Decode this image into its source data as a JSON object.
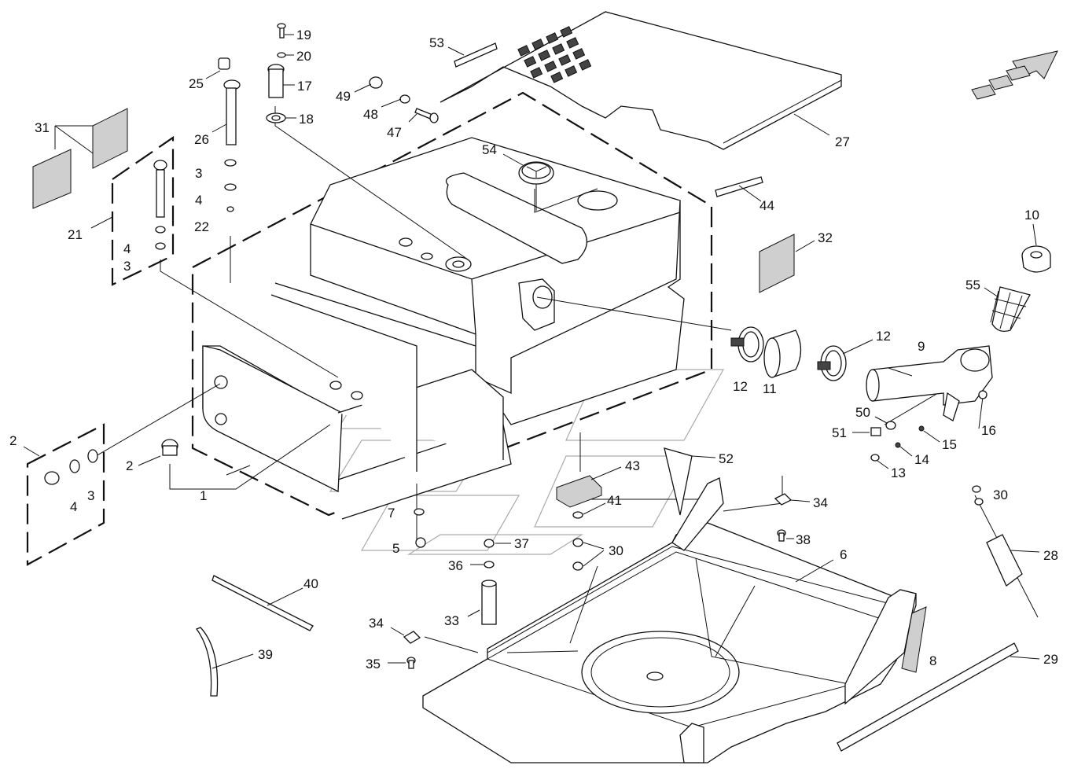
{
  "callouts": [
    {
      "id": "c1",
      "text": "1"
    },
    {
      "id": "c2a",
      "text": "2"
    },
    {
      "id": "c2b",
      "text": "2"
    },
    {
      "id": "c3a",
      "text": "3"
    },
    {
      "id": "c3b",
      "text": "3"
    },
    {
      "id": "c3c",
      "text": "3"
    },
    {
      "id": "c4a",
      "text": "4"
    },
    {
      "id": "c4b",
      "text": "4"
    },
    {
      "id": "c4c",
      "text": "4"
    },
    {
      "id": "c5",
      "text": "5"
    },
    {
      "id": "c6",
      "text": "6"
    },
    {
      "id": "c7",
      "text": "7"
    },
    {
      "id": "c8",
      "text": "8"
    },
    {
      "id": "c9",
      "text": "9"
    },
    {
      "id": "c10",
      "text": "10"
    },
    {
      "id": "c11",
      "text": "11"
    },
    {
      "id": "c12a",
      "text": "12"
    },
    {
      "id": "c12b",
      "text": "12"
    },
    {
      "id": "c13",
      "text": "13"
    },
    {
      "id": "c14",
      "text": "14"
    },
    {
      "id": "c15",
      "text": "15"
    },
    {
      "id": "c16",
      "text": "16"
    },
    {
      "id": "c17",
      "text": "17"
    },
    {
      "id": "c18",
      "text": "18"
    },
    {
      "id": "c19",
      "text": "19"
    },
    {
      "id": "c20",
      "text": "20"
    },
    {
      "id": "c21",
      "text": "21"
    },
    {
      "id": "c22",
      "text": "22"
    },
    {
      "id": "c25",
      "text": "25"
    },
    {
      "id": "c26",
      "text": "26"
    },
    {
      "id": "c27",
      "text": "27"
    },
    {
      "id": "c28",
      "text": "28"
    },
    {
      "id": "c29",
      "text": "29"
    },
    {
      "id": "c30a",
      "text": "30"
    },
    {
      "id": "c30b",
      "text": "30"
    },
    {
      "id": "c31",
      "text": "31"
    },
    {
      "id": "c32",
      "text": "32"
    },
    {
      "id": "c33",
      "text": "33"
    },
    {
      "id": "c34a",
      "text": "34"
    },
    {
      "id": "c34b",
      "text": "34"
    },
    {
      "id": "c35",
      "text": "35"
    },
    {
      "id": "c36",
      "text": "36"
    },
    {
      "id": "c37",
      "text": "37"
    },
    {
      "id": "c38",
      "text": "38"
    },
    {
      "id": "c39",
      "text": "39"
    },
    {
      "id": "c40",
      "text": "40"
    },
    {
      "id": "c41",
      "text": "41"
    },
    {
      "id": "c43",
      "text": "43"
    },
    {
      "id": "c44",
      "text": "44"
    },
    {
      "id": "c47",
      "text": "47"
    },
    {
      "id": "c48",
      "text": "48"
    },
    {
      "id": "c49",
      "text": "49"
    },
    {
      "id": "c50",
      "text": "50"
    },
    {
      "id": "c51",
      "text": "51"
    },
    {
      "id": "c52",
      "text": "52"
    },
    {
      "id": "c53",
      "text": "53"
    },
    {
      "id": "c54",
      "text": "54"
    },
    {
      "id": "c55",
      "text": "55"
    }
  ],
  "direction_arrow": {
    "icon": "direction-arrow-icon"
  },
  "colors": {
    "line": "#111111",
    "fill": "#ffffff",
    "shade": "#cfcfcf",
    "watermark": "#aaaaaa"
  }
}
